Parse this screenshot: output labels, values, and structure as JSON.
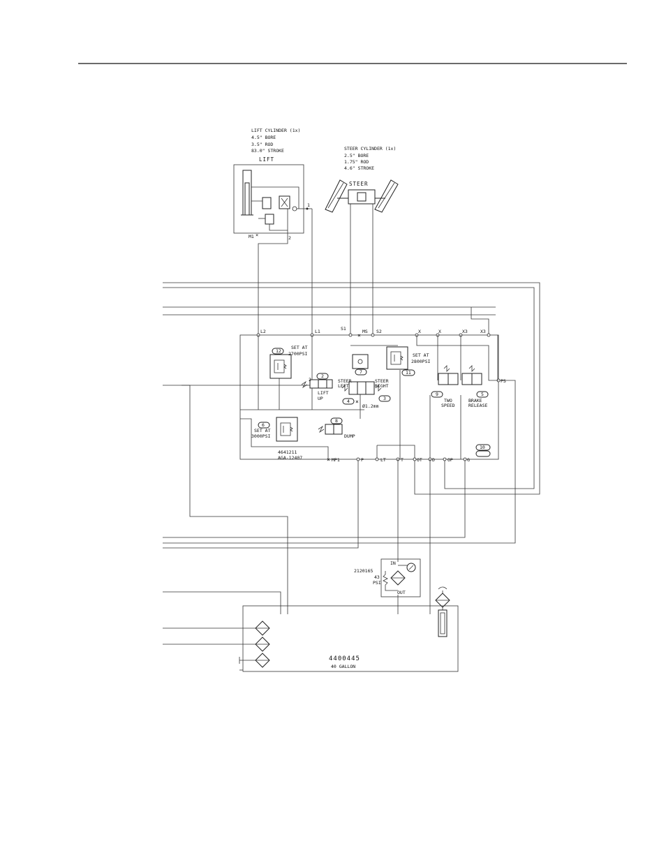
{
  "lift_cylinder": {
    "spec_title": "LIFT CYLINDER (1x)",
    "bore": "4.5\" BORE",
    "rod": "3.5\" ROD",
    "stroke": "83.0\" STROKE",
    "label": "LIFT",
    "port_m1": "M1",
    "port_1": "1",
    "port_2": "2"
  },
  "steer_cylinder": {
    "spec_title": "STEER CYLINDER (1x)",
    "bore": "2.5\" BORE",
    "rod": "1.75\" ROD",
    "stroke": "4.6\" STROKE",
    "label": "STEER"
  },
  "manifold": {
    "ports_top": [
      "L2",
      "L1",
      "S1",
      "MS",
      "S2",
      "X",
      "X",
      "X3",
      "X3"
    ],
    "port_ps": "PS",
    "ports_bottom": [
      "MP1",
      "P",
      "LT",
      "T",
      "OT",
      "D",
      "OP",
      "G"
    ],
    "relief_lift": {
      "callout": "12",
      "line1": "SET AT",
      "line2": "2700PSI"
    },
    "relief_main": {
      "callout": "6",
      "line1": "SET AT",
      "line2": "3000PSI"
    },
    "relief_steer": {
      "callout": "11",
      "line1": "SET AT",
      "line2": "2800PSI"
    },
    "lift_valve": {
      "callout": "2",
      "line1": "LIFT",
      "line2": "UP"
    },
    "dump_valve": {
      "callout": "8",
      "label": "DUMP"
    },
    "steer_valve": {
      "callout": "3",
      "left_1": "STEER",
      "left_2": "LEFT",
      "right_1": "STEER",
      "right_2": "RIGHT",
      "orifice": "Ø1.2mm",
      "callout_b": "4",
      "callout_c": "7"
    },
    "two_speed": {
      "callout": "9",
      "line1": "TWO",
      "line2": "SPEED"
    },
    "brake_release": {
      "callout": "5",
      "line1": "BRAKE",
      "line2": "RELEASE"
    },
    "callout_10": "10",
    "part_number": "4641211",
    "part_number_2": "AGA-12407"
  },
  "filter": {
    "part": "2120165",
    "psi_value": "43",
    "psi_unit": "PSI",
    "in_label": "IN",
    "out_label": "OUT"
  },
  "tank": {
    "part": "4400445",
    "capacity": "40 GALLON"
  }
}
